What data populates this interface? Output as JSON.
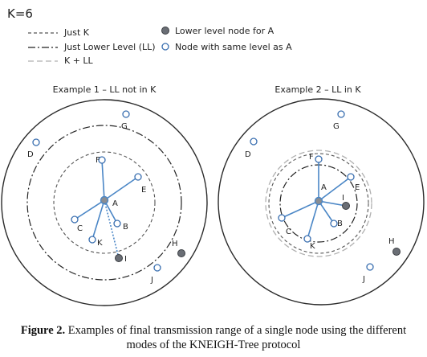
{
  "header": {
    "k_value": "K=6"
  },
  "legend": {
    "just_k": "Just K",
    "just_ll": "Just Lower Level (LL)",
    "k_plus_ll": "K + LL",
    "lower_level_node": "Lower level node for A",
    "same_level_node": "Node with same level as A"
  },
  "example1": {
    "title": "Example 1 – LL not in K",
    "center_label": "A",
    "node_labels": {
      "B": "B",
      "C": "C",
      "D": "D",
      "E": "E",
      "F": "F",
      "G": "G",
      "H": "H",
      "I": "I",
      "J": "J",
      "K": "K"
    }
  },
  "example2": {
    "title": "Example 2 – LL in K",
    "center_label": "A",
    "node_labels": {
      "B": "B",
      "C": "C",
      "D": "D",
      "E": "E",
      "F": "F",
      "G": "G",
      "H": "H",
      "I": "I",
      "J": "J",
      "K": "K"
    }
  },
  "caption": {
    "label": "Figure 2.",
    "text": "Examples of final transmission range of a single node using the different modes of the KNEIGH-Tree protocol"
  },
  "colors": {
    "link": "#4a86c6",
    "node_outline": "#3a6fb0",
    "lower_level_fill": "#6a6e75",
    "center_fill": "#8a8d92",
    "outer_ring": "#2a2a2a",
    "dash_ring": "#555555",
    "kll_ring": "#b0b0b0"
  }
}
